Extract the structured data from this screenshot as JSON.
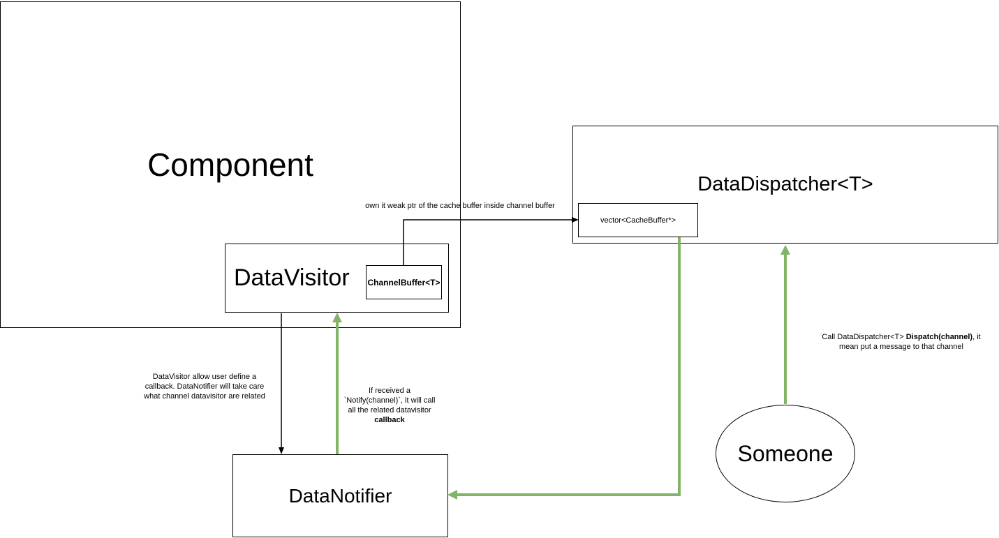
{
  "diagram": {
    "background": "#ffffff",
    "colors": {
      "green": "#82b366",
      "black": "#000000"
    },
    "nodes": {
      "component": {
        "label": "Component"
      },
      "datavisitor": {
        "label": "DataVisitor"
      },
      "channelbuffer": {
        "label": "ChannelBuffer<T>"
      },
      "datadispatcher": {
        "label": "DataDispatcher<T>"
      },
      "vector": {
        "label": "vector<CacheBuffer*>"
      },
      "datanotifier": {
        "label": "DataNotifier"
      },
      "someone": {
        "label": "Someone"
      }
    },
    "annotations": {
      "weak_ptr": {
        "text": "own it weak ptr of the cache buffer inside channel buffer"
      },
      "dv_to_dn": {
        "line1": "DataVisitor allow user define a",
        "line2": "callback. DataNotifier will take care",
        "line3": "what channel datavisitor are related"
      },
      "notify": {
        "line1": "If received a",
        "line2": "`Notify(channel)`, it will call",
        "line3": "all the related datavisitor",
        "line4_bold": "callback"
      },
      "dispatch": {
        "part1": "Call DataDispatcher<T> ",
        "part2_bold": "Dispatch(channel)",
        "part3": ", it",
        "line2": "mean put a message to that channel"
      }
    }
  }
}
